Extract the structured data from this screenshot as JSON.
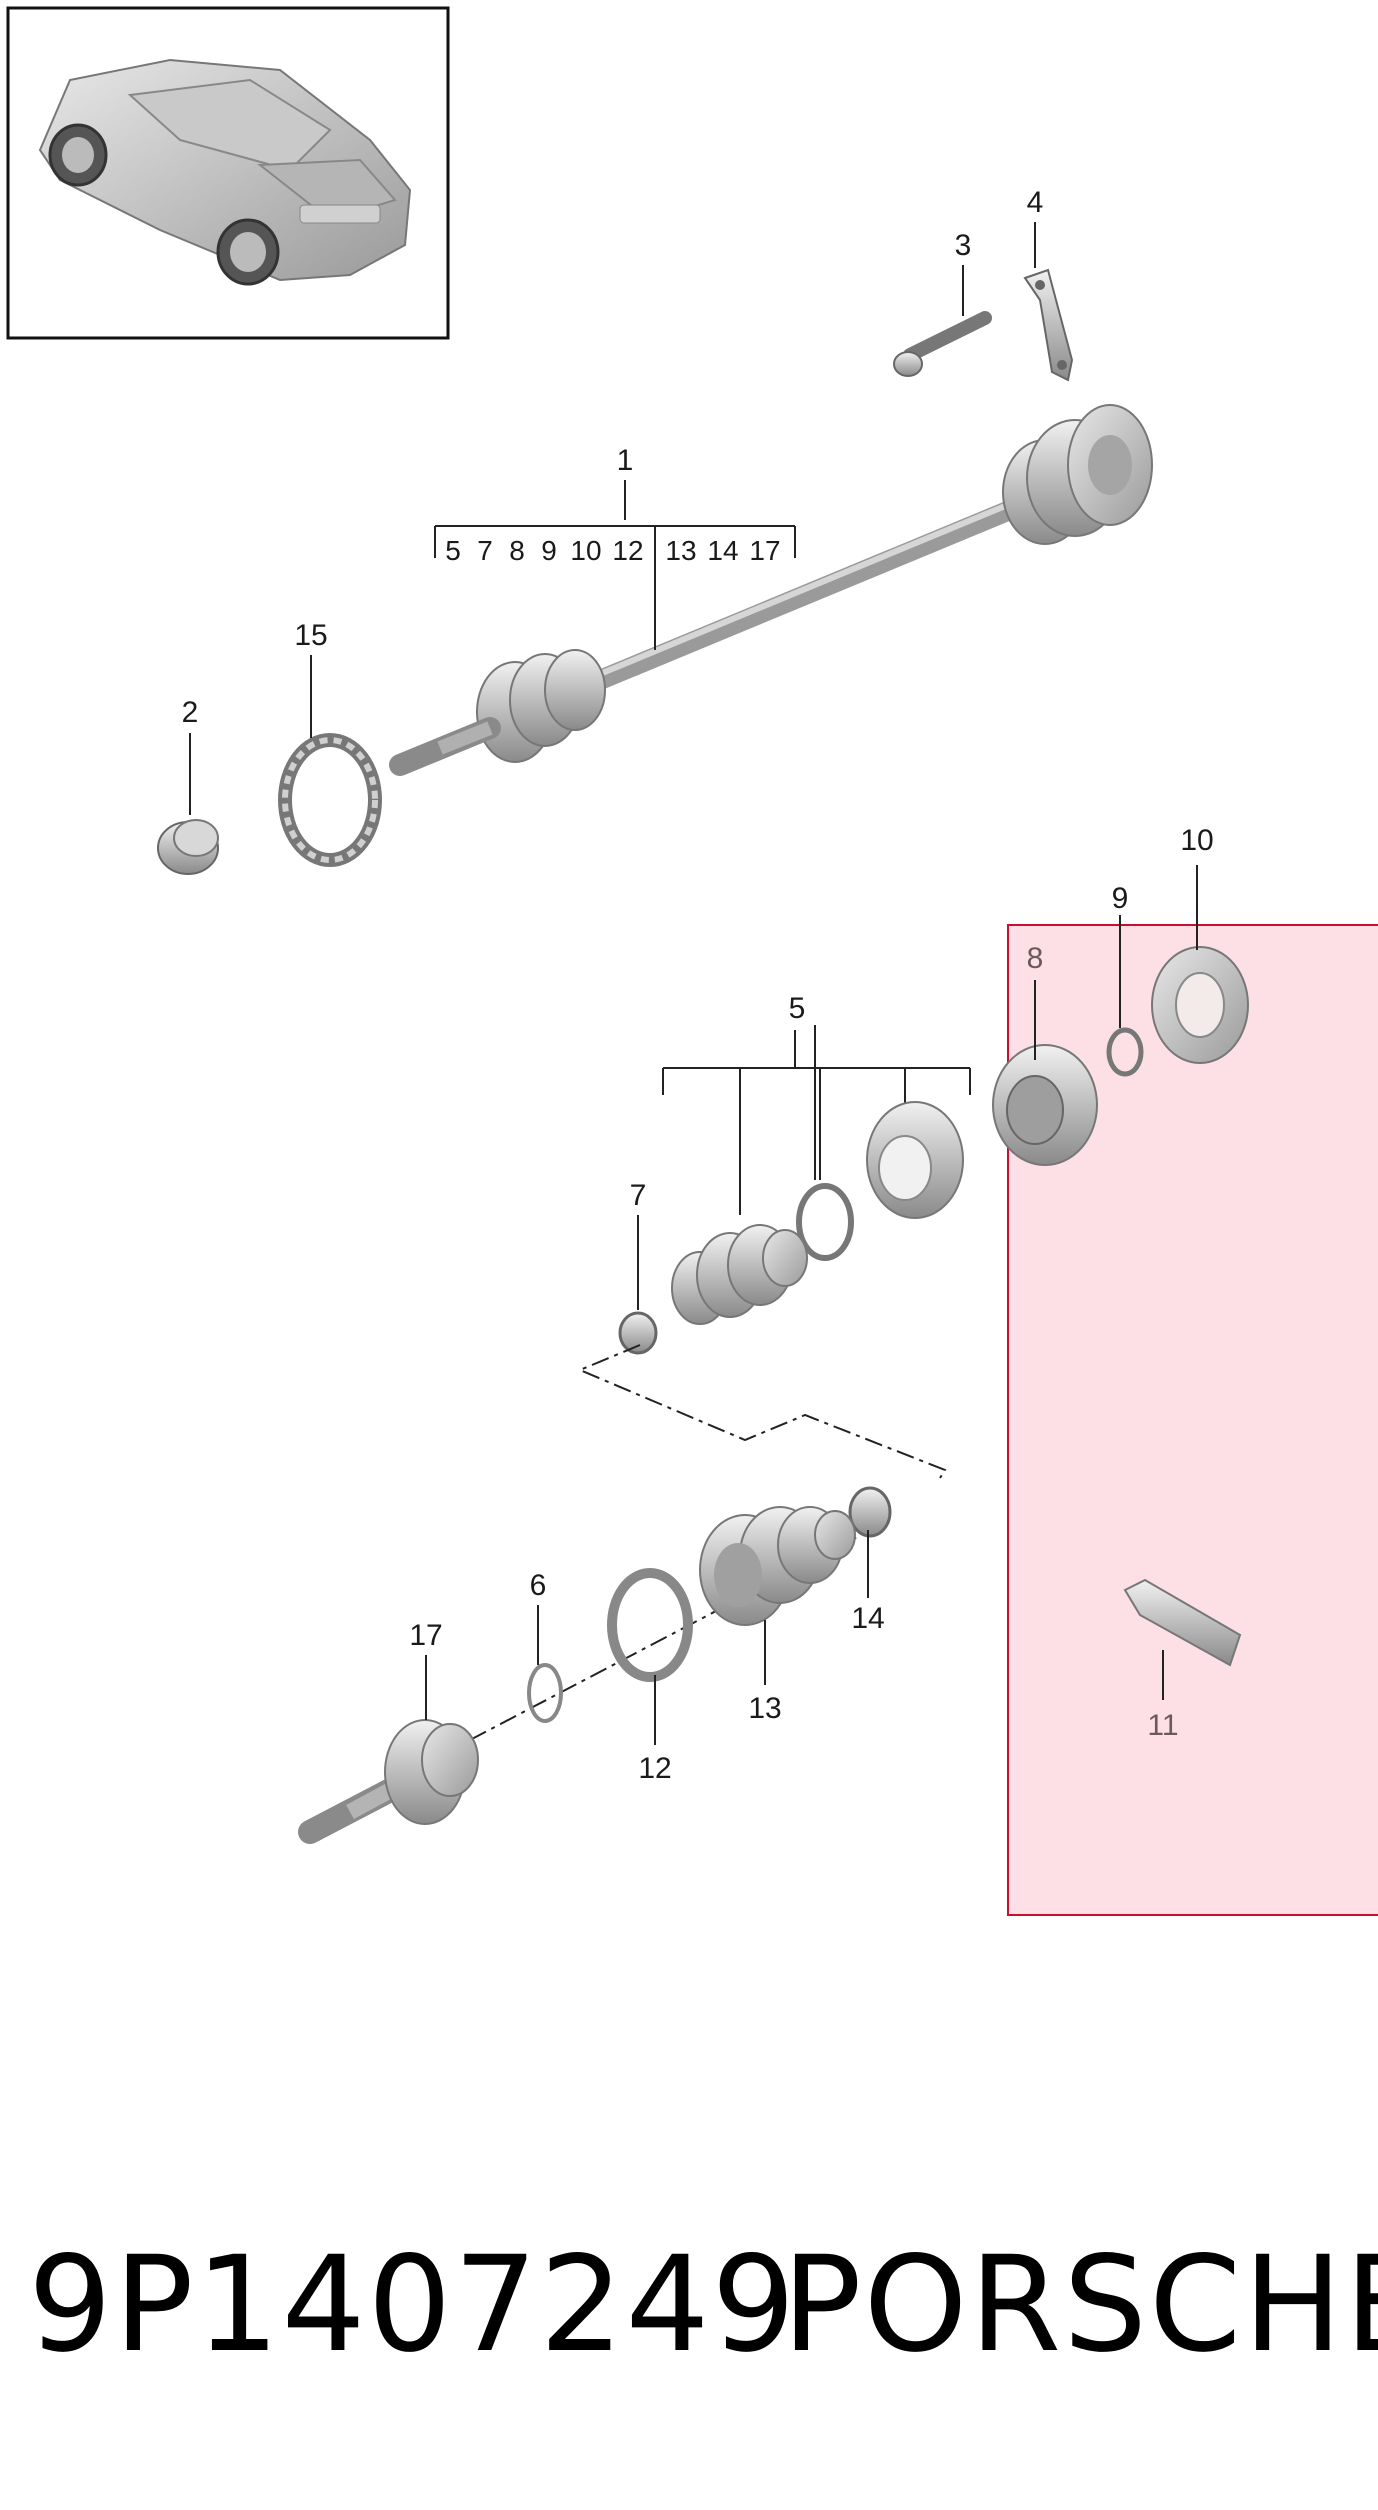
{
  "diagram": {
    "callouts": {
      "c1": "1",
      "c2": "2",
      "c3": "3",
      "c4": "4",
      "c5": "5",
      "c6": "6",
      "c7": "7",
      "c8": "8",
      "c9": "9",
      "c10": "10",
      "c11": "11",
      "c12": "12",
      "c13": "13",
      "c14": "14",
      "c15": "15",
      "c17": "17"
    },
    "assembly_1_parts": [
      "5",
      "7",
      "8",
      "9",
      "10",
      "12",
      "13",
      "14",
      "17"
    ],
    "highlight_color": "#fde0e6",
    "highlight_border": "#c8102e"
  },
  "footer": {
    "part_number": "9P1407249",
    "brand": "PORSCHE"
  }
}
